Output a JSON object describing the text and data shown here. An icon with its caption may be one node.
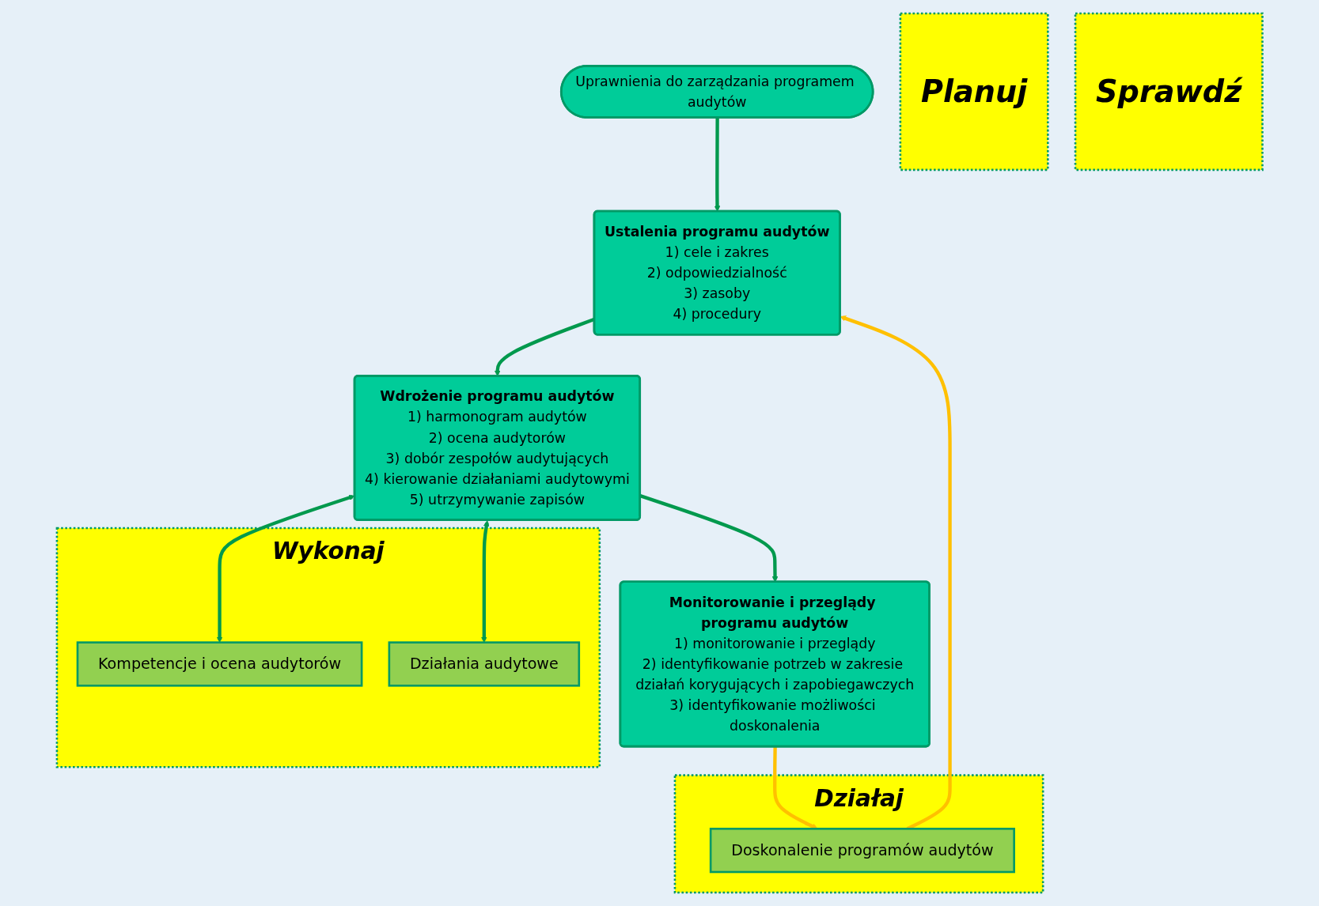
{
  "diagram": {
    "nodes": [
      {
        "text": [
          "Uprawnienia do zarządzania programem audytów"
        ]
      },
      {
        "text": [
          "Planuj"
        ]
      },
      {
        "text": [
          "Ustalenia programu audytów",
          "1) cele i zakres",
          "2) odpowiedzialność",
          "3) zasoby",
          "4) procedury"
        ]
      },
      {
        "text": [
          "Działaj"
        ]
      },
      {
        "text": [
          "Doskonalenie programów audytów"
        ],
        "in": 3
      },
      {
        "text": [
          "Wykonaj"
        ]
      },
      {
        "text": [
          "Wdrożenie programu audytów",
          "1) harmonogram audytów",
          "2) ocena audytorów",
          "3) dobór zespołów audytujących",
          "4) kierowanie działaniami audytowymi",
          "5) utrzymywanie zapisów"
        ]
      },
      {
        "text": [
          "Kompetencje i ocena audytorów"
        ],
        "in": 5
      },
      {
        "text": [
          "Działania audytowe"
        ],
        "in": 5
      },
      {
        "text": [
          "Sprawdź"
        ]
      },
      {
        "text": [
          "Monitorowanie i przeglądy programu audytów",
          "1) monitorowanie i przeglądy",
          "2) identyfikowanie potrzeb w zakresie działań korygujących i zapobiegawczych",
          "3) identyfikowanie możliwości doskonalenia"
        ]
      }
    ],
    "edges": [
      {
        "from": 0,
        "to": 2,
        "arrow": "to"
      },
      {
        "from": 2,
        "to": 6,
        "arrow": "to"
      },
      {
        "from": 6,
        "to": 10,
        "arrow": "to"
      },
      {
        "from": 6,
        "to": 7,
        "arrow": "both"
      },
      {
        "from": 6,
        "to": 8,
        "arrow": "both"
      },
      {
        "from": 10,
        "to": 4,
        "arrow": "to",
        "color": "#ffc000"
      },
      {
        "from": 4,
        "to": 2,
        "arrow": "to",
        "color": "#ffc000"
      }
    ]
  }
}
